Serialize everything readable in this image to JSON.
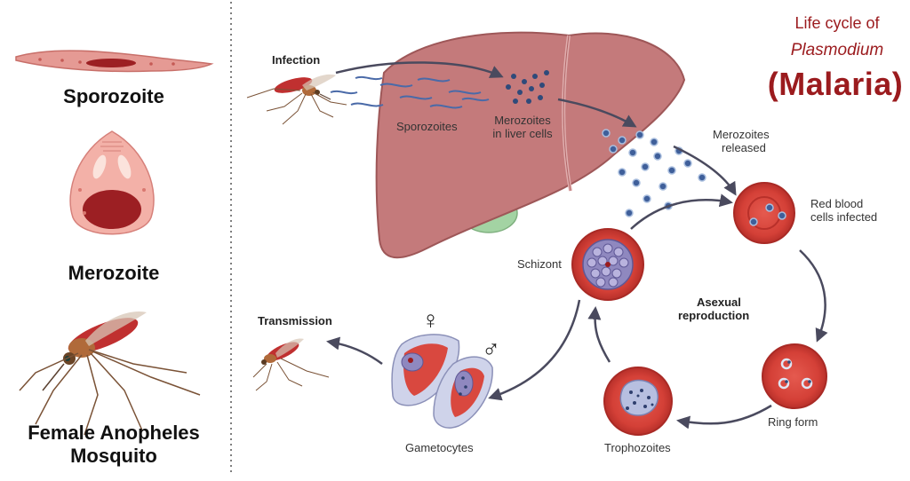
{
  "title": {
    "line1": "Life cycle of",
    "line2": "Plasmodium",
    "line3": "(Malaria)"
  },
  "sidebar": {
    "sporozoite": "Sporozoite",
    "merozoite": "Merozoite",
    "mosquito_line1": "Female Anopheles",
    "mosquito_line2": "Mosquito"
  },
  "stages": {
    "infection": "Infection",
    "sporozoites": "Sporozoites",
    "merozoites_liver_1": "Merozoites",
    "merozoites_liver_2": "in liver cells",
    "merozoites_released_1": "Merozoites",
    "merozoites_released_2": "released",
    "rbc_infected_1": "Red blood",
    "rbc_infected_2": "cells infected",
    "schizont": "Schizont",
    "asexual_1": "Asexual",
    "asexual_2": "reproduction",
    "ring_form": "Ring form",
    "trophozoites": "Trophozoites",
    "gametocytes": "Gametocytes",
    "transmission": "Transmission",
    "female_symbol": "♀",
    "male_symbol": "♂"
  },
  "colors": {
    "title": "#9b1b1e",
    "liver": "#c9787a",
    "rbc": "#d9483f",
    "parasite": "#3f5f9a",
    "arrow": "#4a4a5e"
  }
}
